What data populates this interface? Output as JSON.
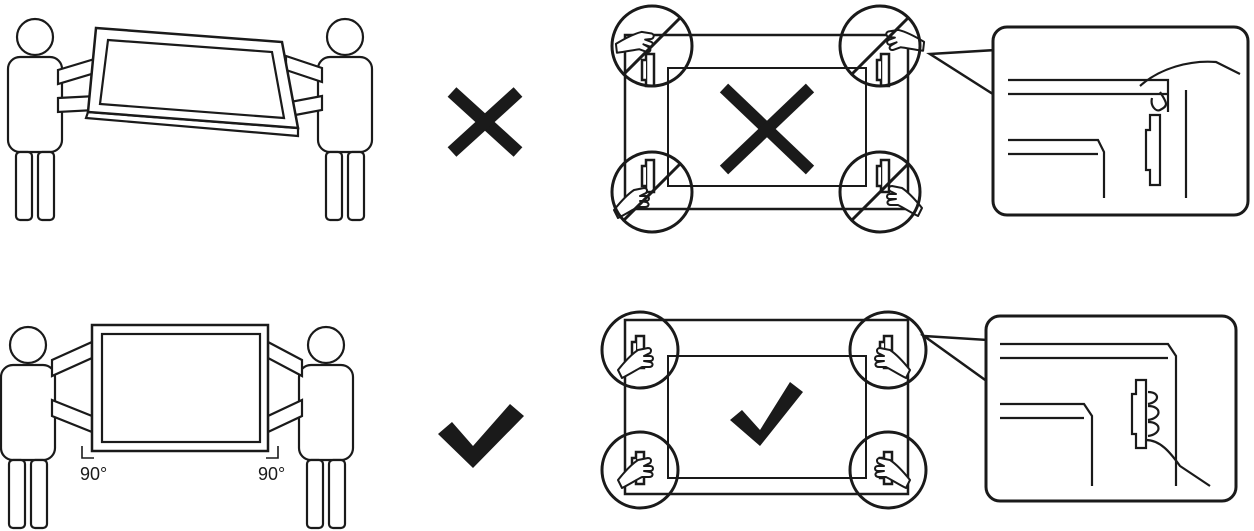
{
  "diagram": {
    "rows": [
      {
        "id": "incorrect",
        "verdict_icon": "cross-mark-icon",
        "grip": "holding-screen-edge"
      },
      {
        "id": "correct",
        "verdict_icon": "check-mark-icon",
        "grip": "holding-handles"
      }
    ],
    "angle_labels": {
      "left": "90°",
      "right": "90°"
    },
    "colors": {
      "ink": "#1a1a1a",
      "background": "#ffffff"
    }
  }
}
